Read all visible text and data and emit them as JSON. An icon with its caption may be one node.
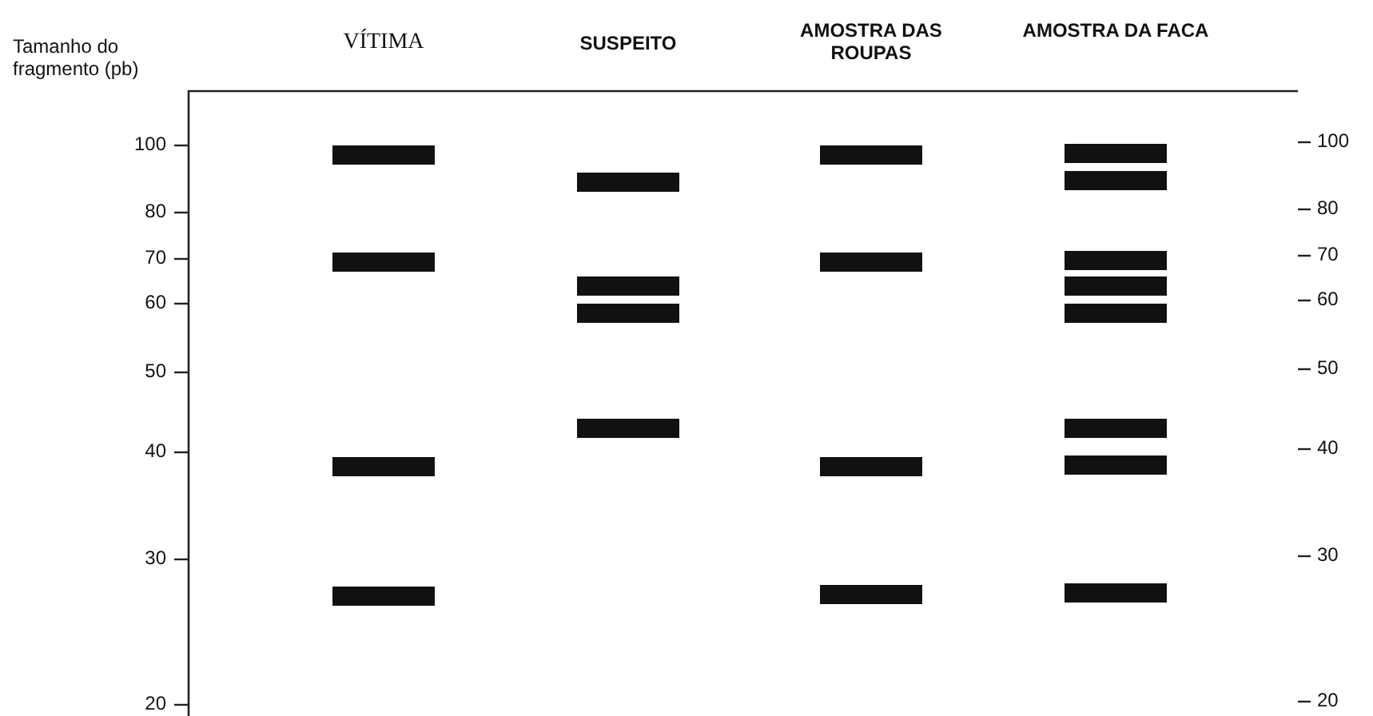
{
  "diagram": {
    "labels": [
      "Tamanho do fragmento (pb)",
      "VÍTIMA",
      "SUSPEITO",
      "AMOSTRA DAS ROUPAS",
      "AMOSTRA DA FACA",
      "100",
      "100",
      "80",
      "80",
      "70",
      "70",
      "60",
      "60",
      "50",
      "50",
      "40",
      "40",
      "30",
      "30",
      "20",
      "20"
    ]
  }
}
